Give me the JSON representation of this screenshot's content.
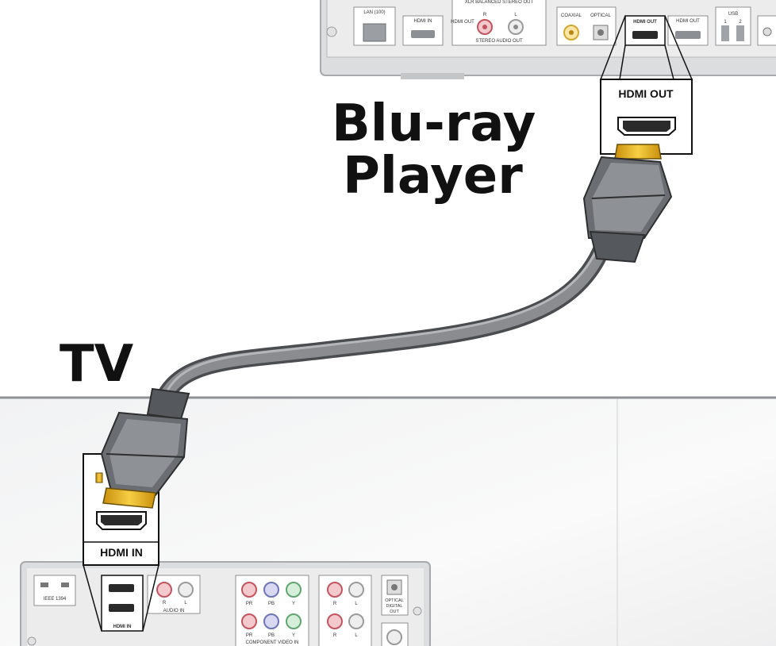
{
  "labels": {
    "bluray_line1": "Blu-ray",
    "bluray_line2": "Player",
    "tv": "TV",
    "hdmi_out_callout": "HDMI OUT",
    "hdmi_in_callout": "HDMI IN"
  },
  "bluray_panel": {
    "lan": "LAN (100)",
    "hdmi_in": "HDMI IN",
    "stereo_top": "XLR BALANCED STEREO OUT",
    "hdmi_out_small": "HDMI OUT",
    "r": "R",
    "l": "L",
    "stereo_audio_out": "STEREO AUDIO  OUT",
    "coaxial": "COAXIAL",
    "optical": "OPTICAL",
    "hdmi_out_1": "HDMI OUT",
    "hdmi_out_2": "HDMI OUT",
    "usb": "USB",
    "usb_1": "1",
    "usb_2": "2"
  },
  "tv_panel": {
    "ieee": "IEEE 1394",
    "hdmi_in_small": "HDMI IN",
    "audio_in": "AUDIO  IN",
    "r": "R",
    "l": "L",
    "pr": "PR",
    "pb": "PB",
    "y": "Y",
    "component_video_in": "COMPONENT VIDEO IN",
    "optical_digital_out_1": "OPTICAL",
    "optical_digital_out_2": "DIGITAL",
    "optical_digital_out_3": "OUT"
  },
  "colors": {
    "cable": "#7d7f83",
    "plug_gold": "#e8b21a",
    "panel_gray": "#e6e7e8",
    "jack_red": "#d86b74",
    "jack_blue": "#8a8fc8",
    "jack_green": "#7fc28d",
    "jack_yellow": "#e8c25a"
  }
}
